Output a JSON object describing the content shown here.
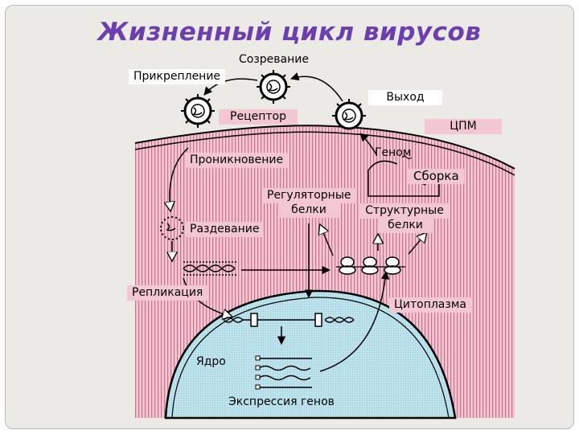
{
  "title": "Жизненный цикл вирусов",
  "labels": {
    "maturation": "Созревание",
    "attachment": "Прикрепление",
    "exit": "Выход",
    "receptor": "Рецептор",
    "cpm": "ЦПМ",
    "penetration": "Проникновение",
    "genome": "Геном",
    "assembly": "Сборка",
    "regulatory_proteins_line1": "Регуляторные",
    "regulatory_proteins_line2": "белки",
    "structural_proteins_line1": "Структурные",
    "structural_proteins_line2": "белки",
    "uncoating": "Раздевание",
    "replication": "Репликация",
    "cytoplasm": "Цитоплазма",
    "nucleus": "Ядро",
    "gene_expression": "Экспрессия генов"
  },
  "colors": {
    "title": "#6b3fb0",
    "cytoplasm_fill": "#f2c6d2",
    "cytoplasm_stripe": "#c9748c",
    "nucleus_fill": "#bfe3ec",
    "label_box": "#f3c7d2",
    "background": "#eceae4"
  }
}
